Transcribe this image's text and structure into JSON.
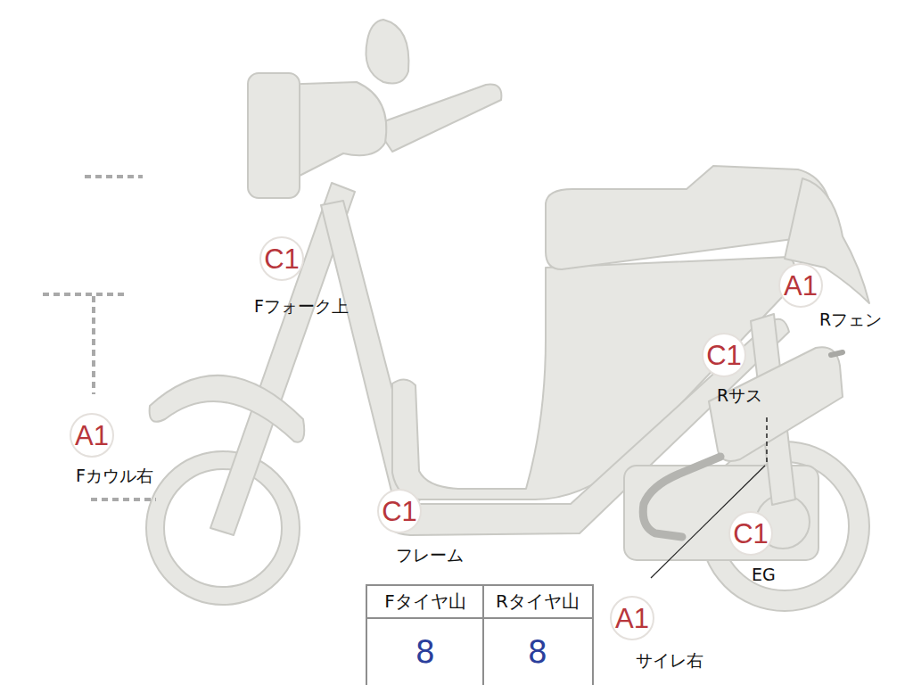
{
  "diagram": {
    "nodes": [
      {
        "text": [
          "C1",
          "Fフォーク上"
        ]
      },
      {
        "text": [
          "A1",
          "Rフェン"
        ]
      },
      {
        "text": [
          "C1",
          "Rサス"
        ]
      },
      {
        "text": [
          "A1",
          "Fカウル右"
        ]
      },
      {
        "text": [
          "C1",
          "フレーム"
        ]
      },
      {
        "text": [
          "C1",
          "EG"
        ]
      },
      {
        "text": [
          "A1",
          "サイレ右"
        ]
      }
    ],
    "edges": [],
    "labels": [
      "Fタイヤ山",
      "Rタイヤ山",
      "8",
      "8"
    ]
  }
}
